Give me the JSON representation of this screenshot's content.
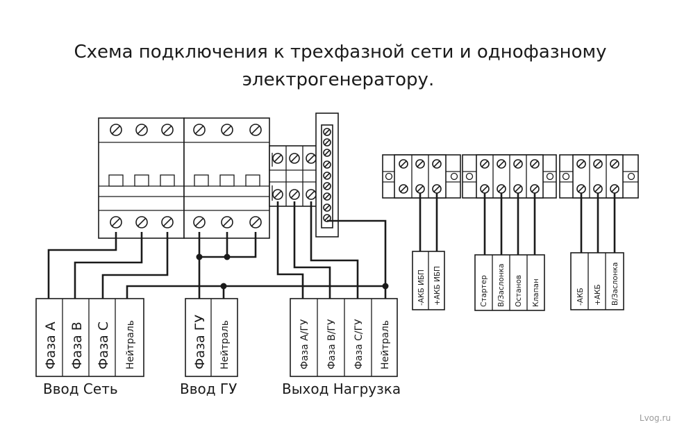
{
  "title": {
    "line1": "Схема подключения к трехфазной сети и однофазному",
    "line2": "электрогенератору."
  },
  "groups": {
    "input_network": {
      "label": "Ввод Сеть",
      "terminals": [
        "Фаза А",
        "Фаза В",
        "Фаза С",
        "Нейтраль"
      ]
    },
    "input_generator": {
      "label": "Ввод ГУ",
      "terminals": [
        "Фаза ГУ",
        "Нейтраль"
      ]
    },
    "output_load": {
      "label": "Выход Нагрузка",
      "terminals": [
        "Фаза А/ГУ",
        "Фаза В/ГУ",
        "Фаза С/ГУ",
        "Нейтраль"
      ]
    }
  },
  "control_blocks": {
    "block1": {
      "terminals": [
        "-АКБ ИБП",
        "+АКБ ИБП"
      ]
    },
    "block2": {
      "terminals": [
        "Стартер",
        "В/Заслонка",
        "Останов",
        "Клапан"
      ]
    },
    "block3": {
      "terminals": [
        "-АКБ",
        "+АКБ",
        "В/Заслонка"
      ]
    }
  },
  "watermark": "Lvog.ru",
  "colors": {
    "ink": "#1a1a1a",
    "background": "#ffffff",
    "watermark": "#9a9a9a"
  }
}
